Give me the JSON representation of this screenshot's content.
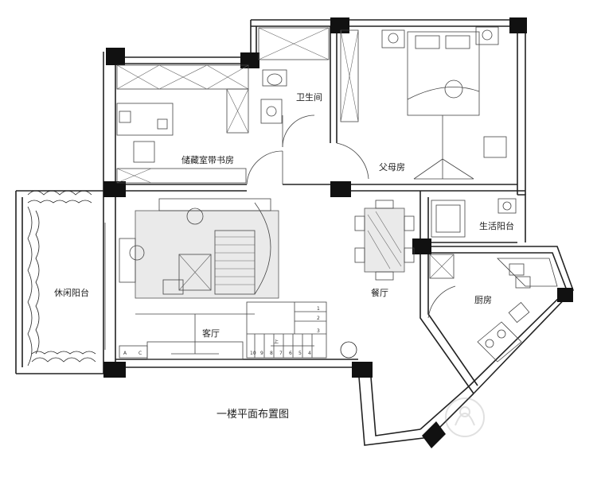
{
  "drawing_title": "一楼平面布置图",
  "rooms": {
    "storage_study": "储藏室带书房",
    "bathroom": "卫生间",
    "parents_room": "父母房",
    "utility_balcony": "生活阳台",
    "leisure_balcony": "休闲阳台",
    "dining": "餐厅",
    "living": "客厅",
    "kitchen": "厨房"
  },
  "stair_numbers": [
    "10",
    "9",
    "8",
    "7",
    "6",
    "5",
    "4",
    "3",
    "2",
    "1"
  ],
  "marks": {
    "a": "A",
    "c": "C",
    "up": "上"
  },
  "colors": {
    "line": "#222222",
    "background": "#ffffff"
  }
}
